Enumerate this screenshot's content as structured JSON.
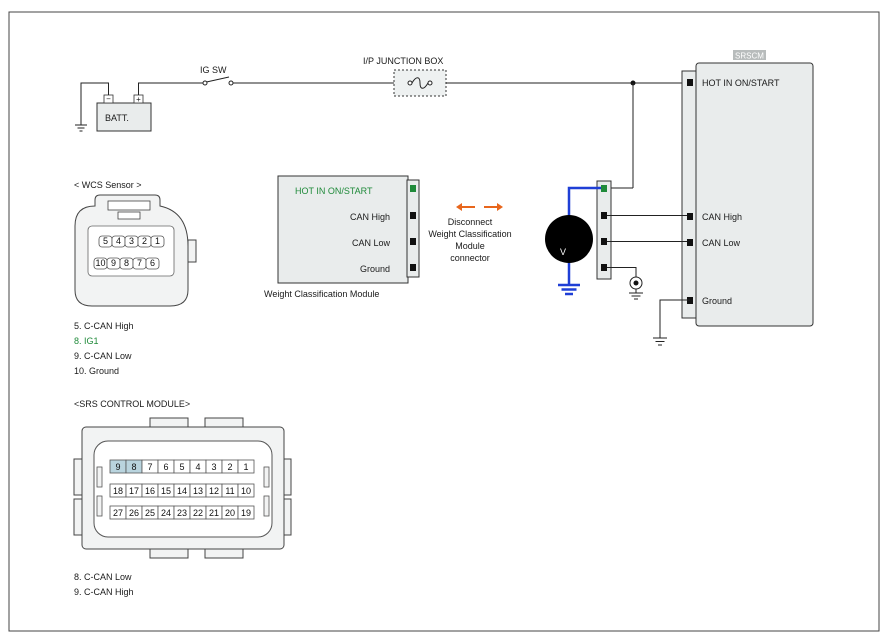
{
  "srscm": {
    "header": "SRSCM",
    "pins": [
      "HOT IN ON/START",
      "CAN High",
      "CAN Low",
      "Ground"
    ]
  },
  "battery": {
    "label": "BATT.",
    "minus": "−",
    "plus": "+"
  },
  "ig_switch": {
    "label": "IG SW"
  },
  "junction_box": {
    "label": "I/P JUNCTION BOX"
  },
  "wcm": {
    "caption": "Weight Classification Module",
    "pins": [
      "HOT IN ON/START",
      "CAN High",
      "CAN Low",
      "Ground"
    ]
  },
  "disconnect_note": [
    "Disconnect",
    "Weight Classification",
    "Module",
    "connector"
  ],
  "voltmeter": {
    "label": "V"
  },
  "wcs_sensor": {
    "title": "< WCS Sensor      >",
    "top_row": [
      "5",
      "4",
      "3",
      "2",
      "1"
    ],
    "bottom_row": [
      "10",
      "9",
      "8",
      "7",
      "6"
    ],
    "pins": [
      "5. C-CAN High",
      "8. IG1",
      "9. C-CAN Low",
      "10. Ground"
    ]
  },
  "srs_module": {
    "title": "<SRS CONTROL MODULE>",
    "row1": [
      "9",
      "8",
      "7",
      "6",
      "5",
      "4",
      "3",
      "2",
      "1"
    ],
    "row2": [
      "18",
      "17",
      "16",
      "15",
      "14",
      "13",
      "12",
      "11",
      "10"
    ],
    "row3": [
      "27",
      "26",
      "25",
      "24",
      "23",
      "22",
      "21",
      "20",
      "19"
    ],
    "pins": [
      "8. C-CAN Low",
      "9. C-CAN High"
    ]
  },
  "colors": {
    "probe_wire": "#1f3fd6",
    "arrow": "#e8661c",
    "highlight_text": "#1f8a3a",
    "highlight_cell": "#b9d4de"
  }
}
